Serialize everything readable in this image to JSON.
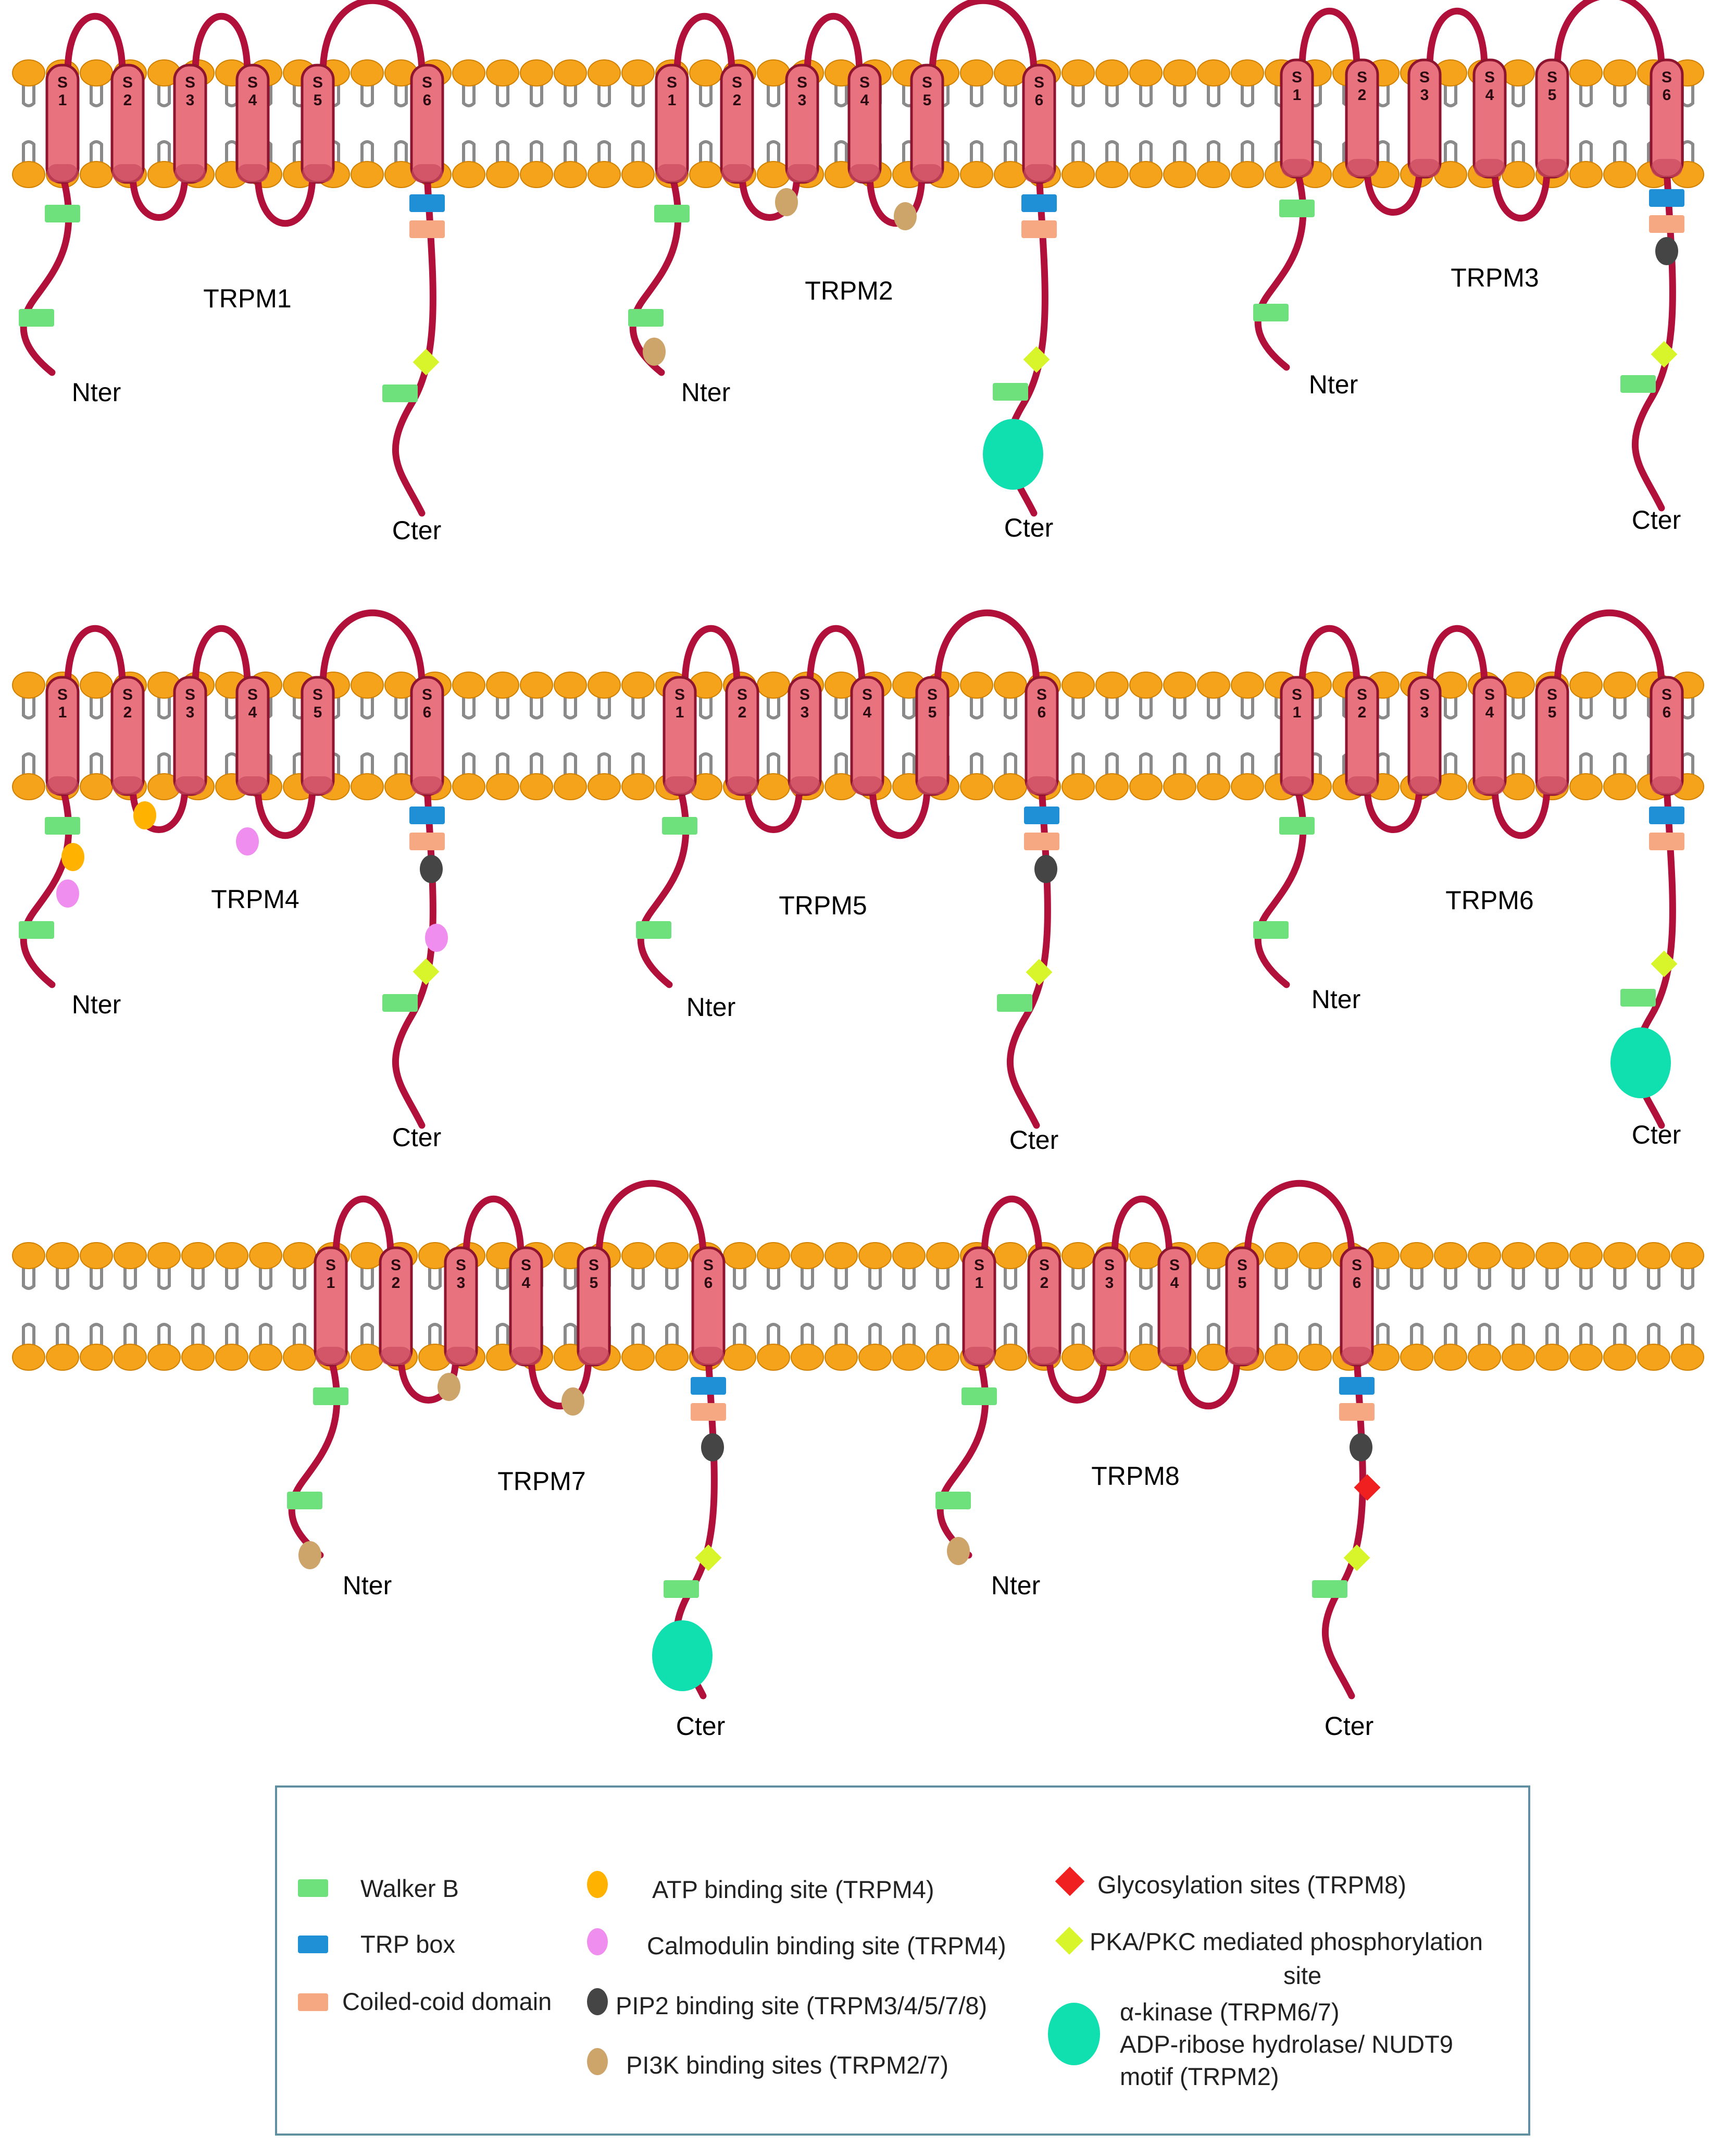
{
  "colors": {
    "lipid_head": "#f5a31a",
    "lipid_tail": "#8a8a8a",
    "helix_fill": "#e8737f",
    "helix_stroke": "#8e1430",
    "chain": "#b0103a",
    "walker_b": "#6ee07c",
    "trp_box": "#1f8fd6",
    "coiled_coil": "#f6a882",
    "atp_site": "#ffb300",
    "calmodulin_site": "#f08ef0",
    "pip2_site": "#454545",
    "pi3k_site": "#cda46a",
    "glycosylation": "#f02020",
    "pka_pkc": "#d8f52c",
    "kinase_domain": "#10dfb0"
  },
  "segment_labels": [
    "S\n1",
    "S\n2",
    "S\n3",
    "S\n4",
    "S\n5",
    "S\n6"
  ],
  "channels": [
    {
      "name": "TRPM1",
      "nter": "Nter",
      "cter": "Cter"
    },
    {
      "name": "TRPM2",
      "nter": "Nter",
      "cter": "Cter"
    },
    {
      "name": "TRPM3",
      "nter": "Nter",
      "cter": "Cter"
    },
    {
      "name": "TRPM4",
      "nter": "Nter",
      "cter": "Cter"
    },
    {
      "name": "TRPM5",
      "nter": "Nter",
      "cter": "Cter"
    },
    {
      "name": "TRPM6",
      "nter": "Nter",
      "cter": "Cter"
    },
    {
      "name": "TRPM7",
      "nter": "Nter",
      "cter": "Cter"
    },
    {
      "name": "TRPM8",
      "nter": "Nter",
      "cter": "Cter"
    }
  ],
  "legend": {
    "walker_b": "Walker B",
    "trp_box": "TRP box",
    "coiled_coil": "Coiled-coid domain",
    "atp": "ATP binding site (TRPM4)",
    "calmodulin": "Calmodulin binding site (TRPM4)",
    "pip2": "PIP2 binding site (TRPM3/4/5/7/8)",
    "pi3k": "PI3K binding sites (TRPM2/7)",
    "glyco": "Glycosylation sites (TRPM8)",
    "pka_line1": "PKA/PKC mediated phosphorylation",
    "pka_line2": "site",
    "kinase_line1": "α-kinase (TRPM6/7)",
    "kinase_line2": "ADP-ribose hydrolase/ NUDT9",
    "kinase_line3": "motif (TRPM2)"
  }
}
